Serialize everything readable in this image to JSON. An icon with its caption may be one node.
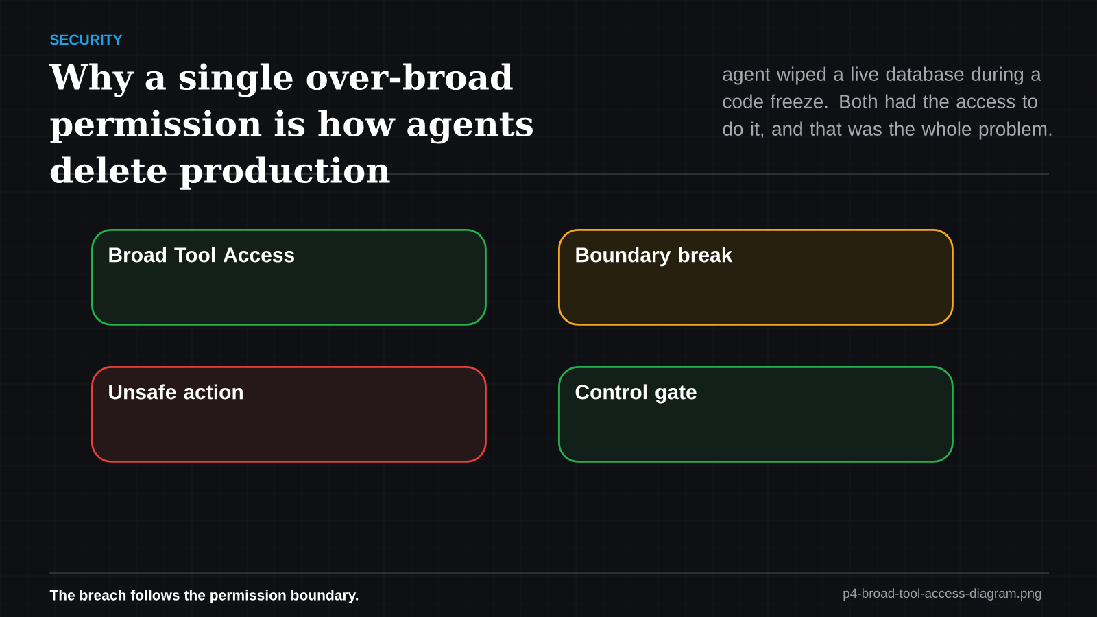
{
  "diagram": {
    "title": "Why a single over-broad permission is how agents delete production",
    "nodes": [
      {
        "text": [
          "Broad Tool Access"
        ]
      },
      {
        "text": [
          "Boundary break"
        ]
      },
      {
        "text": [
          "Unsafe action"
        ]
      },
      {
        "text": [
          "Control gate"
        ]
      }
    ],
    "labels": [
      "SECURITY",
      "agent wiped a live database during a code freeze. Both had the access to do it, and that was the whole problem.",
      "The breach follows the permission boundary.",
      "p4-broad-tool-access-diagram.png"
    ]
  }
}
